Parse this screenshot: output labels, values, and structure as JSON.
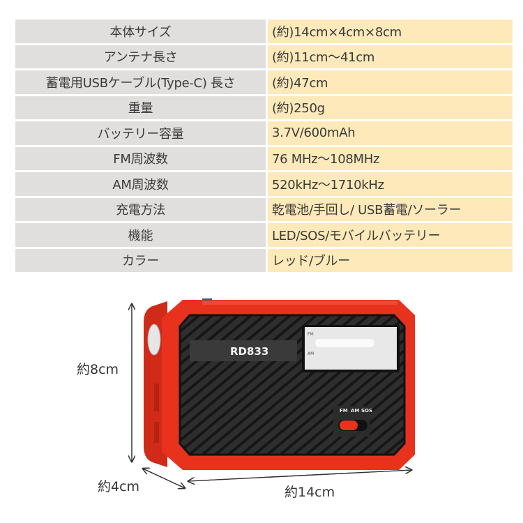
{
  "specs": [
    {
      "label": "本体サイズ",
      "value": "(約)14cm×4cm×8cm"
    },
    {
      "label": "アンテナ長さ",
      "value": "(約)11cm～41cm"
    },
    {
      "label": "蓄電用USBケーブル(Type-C) 長さ",
      "value": "(約)47cm"
    },
    {
      "label": "重量",
      "value": "(約)250g"
    },
    {
      "label": "バッテリー容量",
      "value": "3.7V/600mAh"
    },
    {
      "label": "FM周波数",
      "value": "76 MHz～108MHz"
    },
    {
      "label": "AM周波数",
      "value": "520kHz～1710kHz"
    },
    {
      "label": "充電方法",
      "value": "乾電池/手回し/ USB蓄電/ソーラー"
    },
    {
      "label": "機能",
      "value": "LED/SOS/モバイルバッテリー"
    },
    {
      "label": "カラー",
      "value": "レッド/ブルー"
    }
  ],
  "product": {
    "model": "RD833",
    "switch_labels": [
      "FM",
      "AM",
      "SOS"
    ],
    "dial_fm": "FM",
    "dial_am": "AM",
    "body_color": "#e8321e",
    "panel_color": "#2a2a2a"
  },
  "dimensions": {
    "height": "約8cm",
    "depth": "約4cm",
    "width": "約14cm"
  }
}
